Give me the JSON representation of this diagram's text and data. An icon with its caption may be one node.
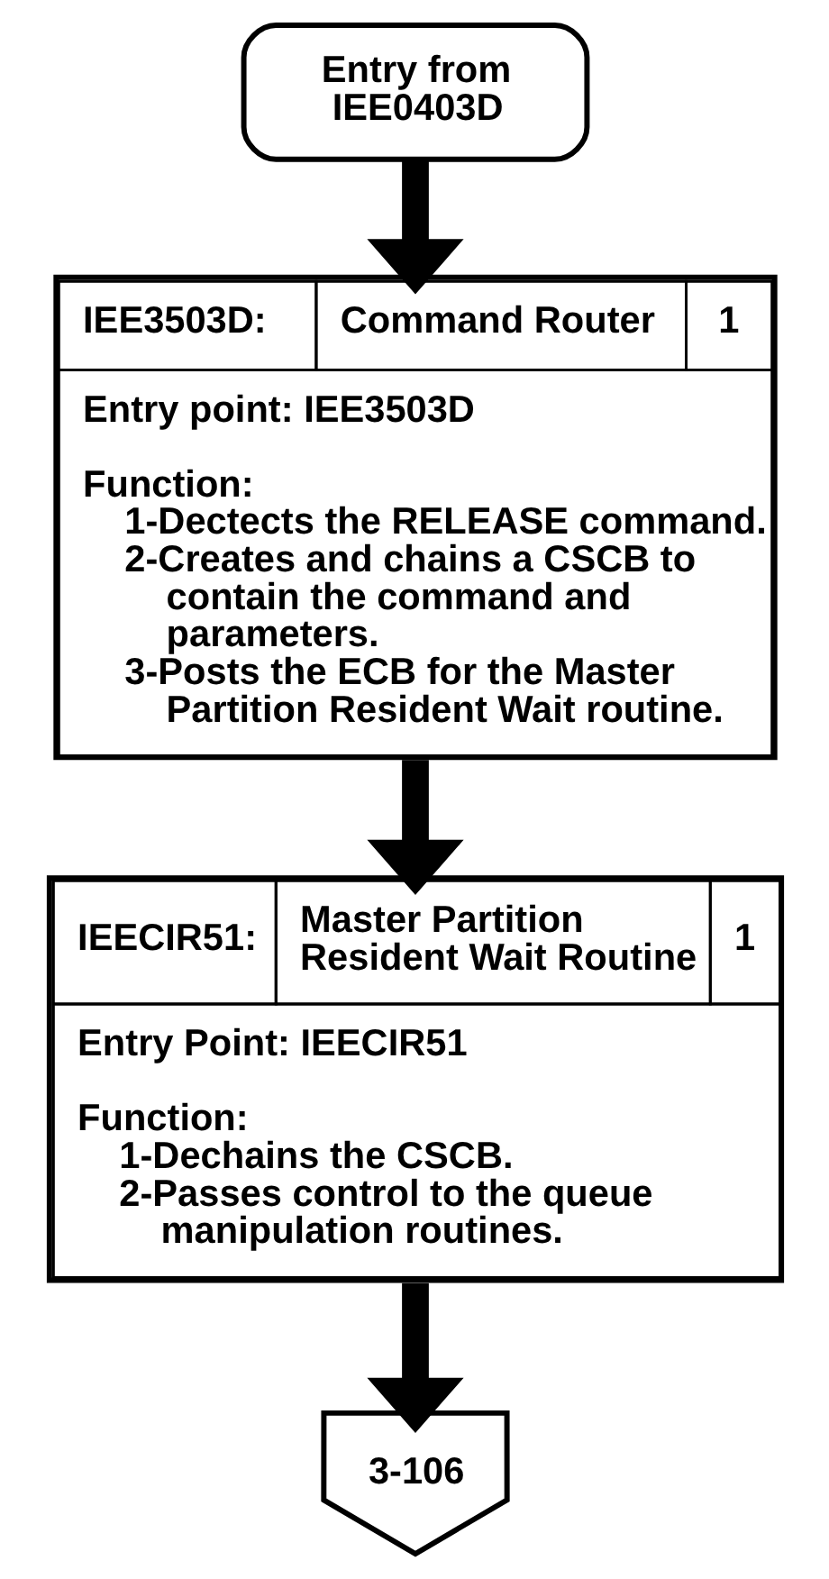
{
  "diagram": {
    "nodes": [
      {
        "text": [
          "Entry from IEE0403D"
        ]
      },
      {
        "text": [
          "IEE3503D:",
          "Command Router",
          "1",
          "Entry point: IEE3503D",
          "Function:",
          "1-Dectects the RELEASE command.",
          "2-Creates and chains a CSCB to contain the command and parameters.",
          "3-Posts the ECB for the Master Partition Resident Wait routine."
        ]
      },
      {
        "text": [
          "IEECIR51:",
          "Master Partition Resident Wait Routine",
          "1",
          "Entry Point: IEECIR51",
          "Function:",
          "1-Dechains the CSCB.",
          "2-Passes control to the queue manipulation routines."
        ]
      },
      {
        "text": [
          "3-106"
        ]
      }
    ],
    "edges": [
      {
        "from": 0,
        "to": 1,
        "arrow": "to"
      },
      {
        "from": 1,
        "to": 2,
        "arrow": "to"
      },
      {
        "from": 2,
        "to": 3,
        "arrow": "to"
      }
    ]
  }
}
